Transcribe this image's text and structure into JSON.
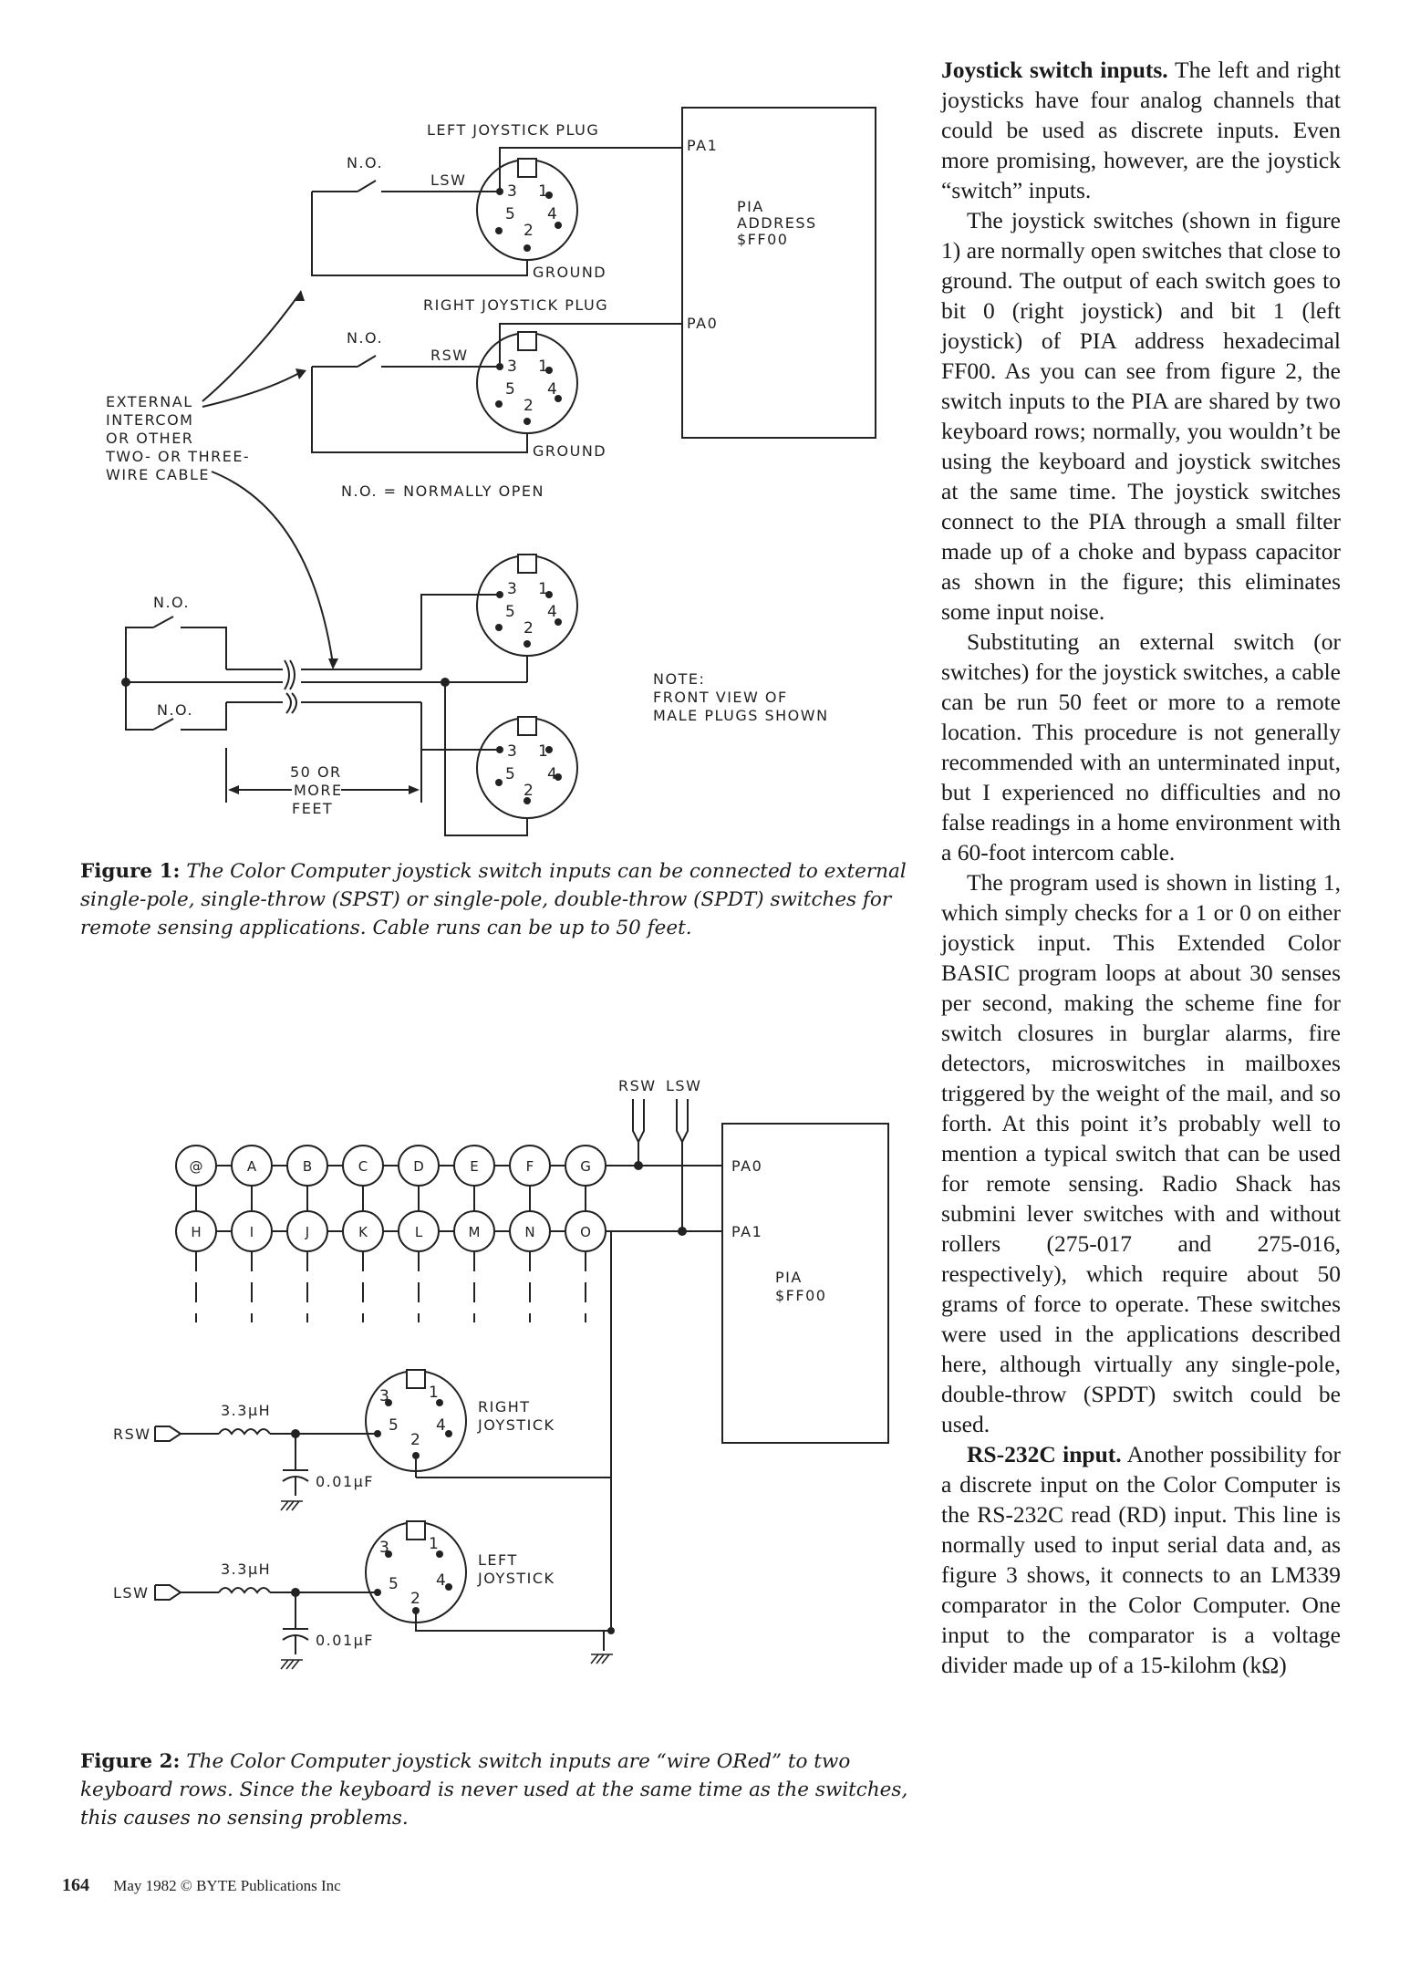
{
  "figure1": {
    "labels": {
      "left_plug": "LEFT JOYSTICK PLUG",
      "right_plug": "RIGHT JOYSTICK PLUG",
      "no": "N.O.",
      "lsw": "LSW",
      "rsw": "RSW",
      "ground": "GROUND",
      "pa1": "PA1",
      "pa0": "PA0",
      "pia_address": [
        "PIA",
        "ADDRESS",
        "$FF00"
      ],
      "external_cable": [
        "EXTERNAL",
        "INTERCOM",
        "OR OTHER",
        "TWO- OR THREE-",
        "WIRE CABLE"
      ],
      "no_legend": "N.O. = NORMALLY OPEN",
      "note": [
        "NOTE:",
        "FRONT VIEW OF",
        "MALE PLUGS SHOWN"
      ],
      "distance": [
        "50 OR",
        "MORE",
        "FEET"
      ]
    },
    "caption_label": "Figure 1:",
    "caption_text": "The Color Computer joystick switch inputs can be connected to external single-pole, single-throw (SPST) or single-pole, double-throw (SPDT) switches for remote sensing applications. Cable runs can be up to 50 feet."
  },
  "figure2": {
    "labels": {
      "rsw": "RSW",
      "lsw": "LSW",
      "pa0": "PA0",
      "pa1": "PA1",
      "pia": [
        "PIA",
        "$FF00"
      ],
      "inductor": "3.3μH",
      "capacitor": "0.01μF",
      "right_joystick": [
        "RIGHT",
        "JOYSTICK"
      ],
      "left_joystick": [
        "LEFT",
        "JOYSTICK"
      ]
    },
    "keys_row1": [
      "@",
      "A",
      "B",
      "C",
      "D",
      "E",
      "F",
      "G"
    ],
    "keys_row2": [
      "H",
      "I",
      "J",
      "K",
      "L",
      "M",
      "N",
      "O"
    ],
    "caption_label": "Figure 2:",
    "caption_text": "The Color Computer joystick switch inputs are “wire ORed” to two keyboard rows. Since the keyboard is never used at the same time as the switches, this causes no sensing problems."
  },
  "pin_numbers": [
    "3",
    "1",
    "5",
    "4",
    "2"
  ],
  "article": {
    "p1_heading": "Joystick switch inputs.",
    "p1": " The left and right joysticks have four analog channels that could be used as discrete inputs. Even more promising, however, are the joystick “switch” inputs.",
    "p2": "The joystick switches (shown in figure 1) are normally open switches that close to ground. The output of each switch goes to bit 0 (right joystick) and bit 1 (left joystick) of PIA address hexadecimal FF00. As you can see from figure 2, the switch inputs to the PIA are shared by two keyboard rows; normally, you wouldn’t be using the keyboard and joystick switches at the same time. The joystick switches connect to the PIA through a small filter made up of a choke and bypass capacitor as shown in the figure; this eliminates some input noise.",
    "p3": "Substituting an external switch (or switches) for the joystick switches, a cable can be run 50 feet or more to a remote location. This procedure is not generally recommended with an unterminated input, but I experienced no difficulties and no false readings in a home environment with a 60-foot intercom cable.",
    "p4": "The program used is shown in listing 1, which simply checks for a 1 or 0 on either joystick input. This Extended Color BASIC program loops at about 30 senses per second, making the scheme fine for switch closures in burglar alarms, fire detectors, microswitches in mailboxes triggered by the weight of the mail, and so forth. At this point it’s probably well to mention a typical switch that can be used for remote sensing. Radio Shack has submini lever switches with and without rollers (275-017 and 275-016, respectively), which require about 50 grams of force to operate. These switches were used in the applications described here, although virtually any single-pole, double-throw (SPDT) switch could be used.",
    "p5_heading": "RS-232C input.",
    "p5": " Another possibility for a discrete input on the Color Computer is the RS-232C read (RD) input. This line is normally used to input serial data and, as figure 3 shows, it connects to an LM339 comparator in the Color Computer. One input to the comparator is a voltage divider made up of a 15-kilohm (kΩ)"
  },
  "footer": {
    "page_number": "164",
    "text": "May 1982 © BYTE Publications Inc"
  }
}
